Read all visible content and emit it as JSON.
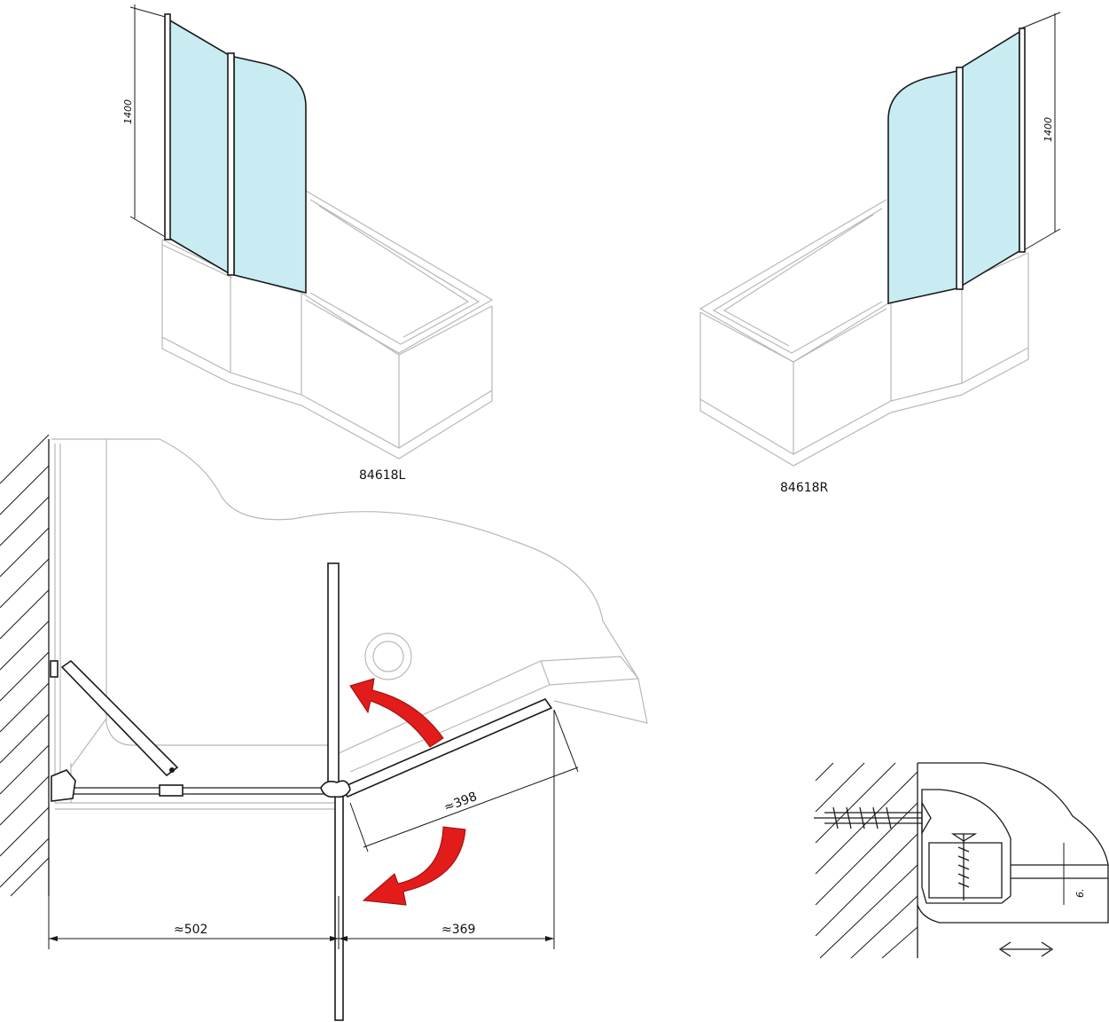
{
  "views": {
    "left_model": {
      "label": "84618L",
      "height_dim": "1400"
    },
    "right_model": {
      "label": "84618R",
      "height_dim": "1400"
    }
  },
  "plan": {
    "dim_left": "≈502",
    "dim_right": "≈369",
    "dim_diag": "≈398"
  },
  "detail": {
    "gap_dim": "6."
  },
  "colors": {
    "glass": "#c8ecf1",
    "swing_arrow": "#e21b1b",
    "outline": "#1a1a1a"
  }
}
